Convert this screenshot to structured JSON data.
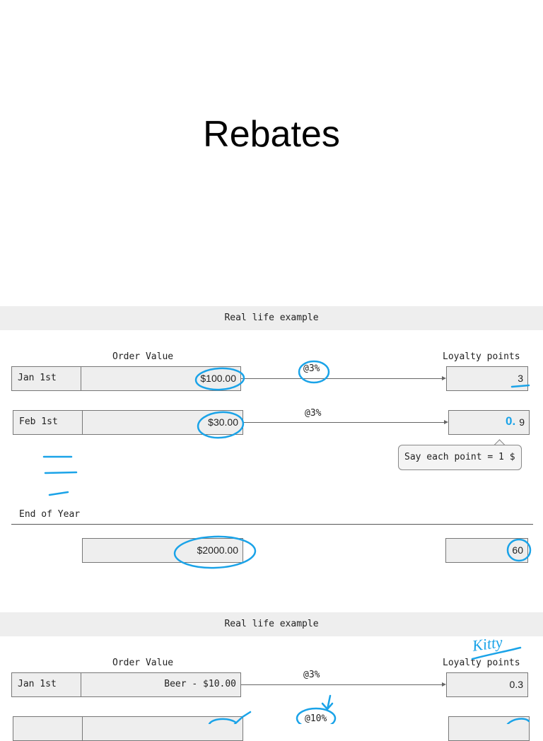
{
  "title": "Rebates",
  "section1": {
    "banner": "Real life example",
    "order_header": "Order Value",
    "points_header": "Loyalty points",
    "rows": [
      {
        "date": "Jan 1st",
        "amount": "$100.00",
        "rate": "@3%",
        "points": "3"
      },
      {
        "date": "Feb 1st",
        "amount": "$30.00",
        "rate": "@3%",
        "points": "9",
        "points_annotation": "0."
      }
    ],
    "callout": "Say each point = 1 $",
    "end_label": "End of Year",
    "end_amount": "$2000.00",
    "end_points": "60"
  },
  "section2": {
    "banner": "Real life example",
    "order_header": "Order Value",
    "points_header": "Loyalty points",
    "handwritten_note": "Kitty",
    "rows": [
      {
        "date": "Jan 1st",
        "amount": "Beer - $10.00",
        "rate": "@3%",
        "points": "0.3"
      },
      {
        "rate": "@10%"
      }
    ]
  },
  "colors": {
    "annotation": "#1aa3e8",
    "box_fill": "#eeeeee",
    "banner_fill": "#eeeeee"
  }
}
